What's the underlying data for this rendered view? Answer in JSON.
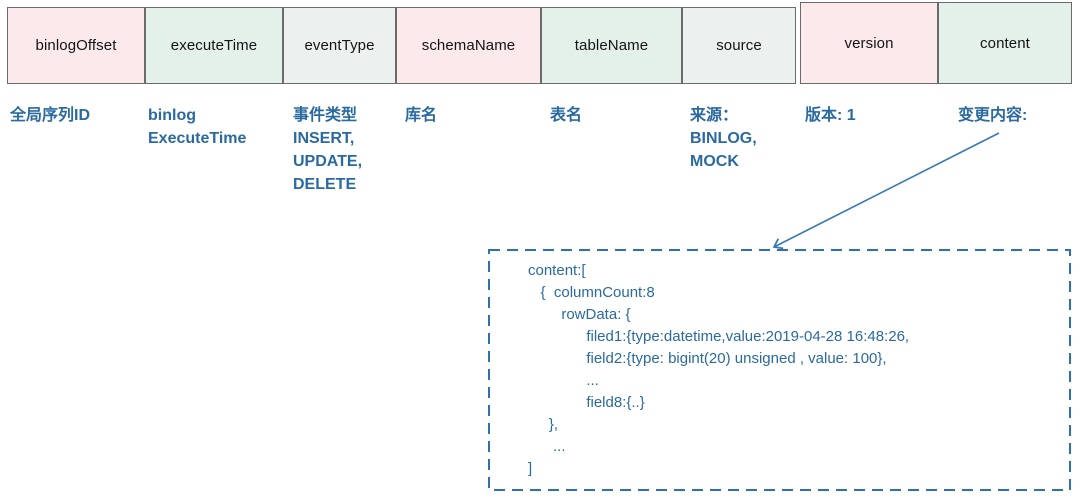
{
  "columns": [
    {
      "name": "binlogOffset",
      "fill": "pink"
    },
    {
      "name": "executeTime",
      "fill": "mint"
    },
    {
      "name": "eventType",
      "fill": "graymint"
    },
    {
      "name": "schemaName",
      "fill": "pink"
    },
    {
      "name": "tableName",
      "fill": "mint"
    },
    {
      "name": "source",
      "fill": "graymint"
    },
    {
      "name": "version",
      "fill": "pink"
    },
    {
      "name": "content",
      "fill": "mint"
    }
  ],
  "descriptions": [
    {
      "for": "binlogOffset",
      "text": "全局序列ID"
    },
    {
      "for": "executeTime",
      "text": "binlog\nExecuteTime"
    },
    {
      "for": "eventType",
      "text": "事件类型\nINSERT,\nUPDATE,\nDELETE"
    },
    {
      "for": "schemaName",
      "text": "库名"
    },
    {
      "for": "tableName",
      "text": "表名"
    },
    {
      "for": "source",
      "text": "来源：\nBINLOG,\nMOCK"
    },
    {
      "for": "version",
      "text": "版本: 1"
    },
    {
      "for": "content",
      "text": "变更内容:"
    }
  ],
  "content_example": {
    "code": "content:[\n   {  columnCount:8\n        rowData: {\n              filed1:{type:datetime,value:2019-04-28 16:48:26,\n              field2:{type: bigint(20) unsigned , value: 100},\n              ...\n              field8:{..}\n     },\n      ...\n]"
  },
  "colors": {
    "cell_pink": "#fbe9ec",
    "cell_mint": "#e4f1eb",
    "cell_graymint": "#ecf1ef",
    "cell_border": "#6b6b6b",
    "diagram_text_blue": "#2a6aa0",
    "accent_stroke_blue": "#3578b4"
  }
}
